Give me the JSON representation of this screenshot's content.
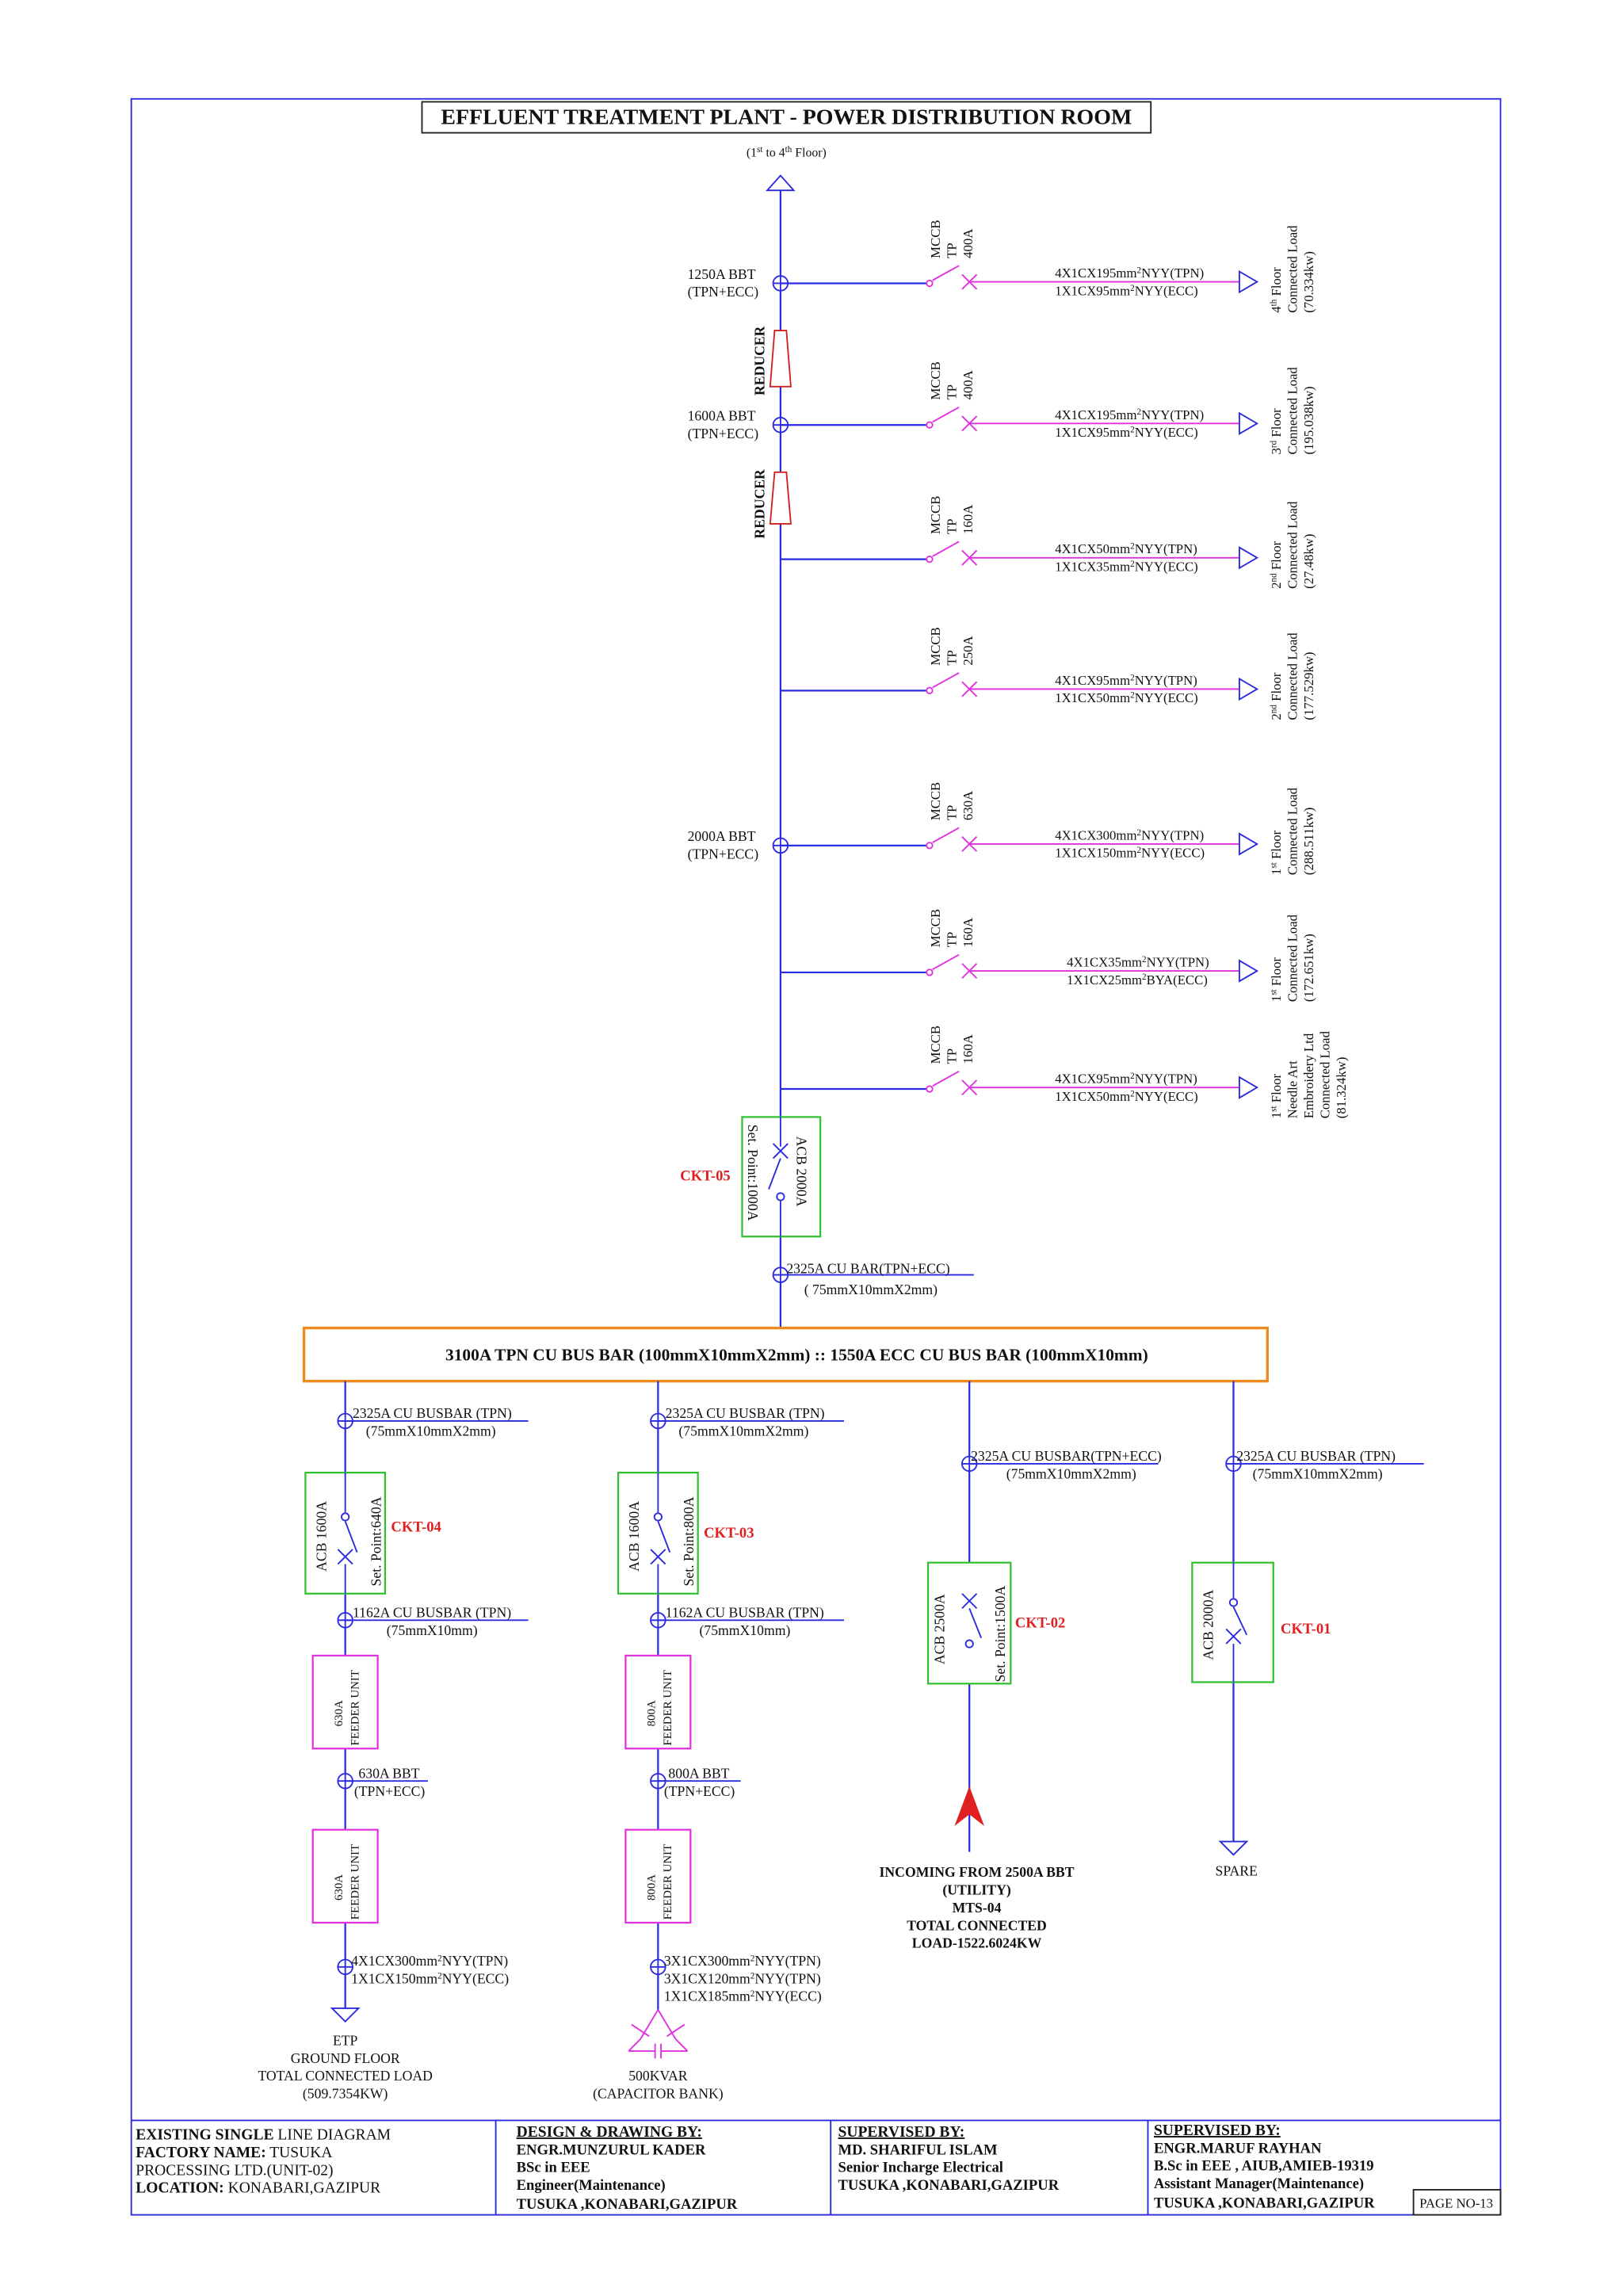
{
  "title": "EFFLUENT TREATMENT PLANT - POWER DISTRIBUTION ROOM",
  "riser": {
    "label_pre": "(1",
    "label_sup1": "st",
    "label_mid": " to 4",
    "label_sup2": "th",
    "label_post": " Floor)"
  },
  "bbt": [
    {
      "rating": "1250A BBT",
      "spec": "(TPN+ECC)"
    },
    {
      "rating": "1600A BBT",
      "spec": "(TPN+ECC)"
    },
    {
      "rating": "2000A BBT",
      "spec": "(TPN+ECC)"
    }
  ],
  "reducer_label": "REDUCER",
  "feeders": [
    {
      "breaker": [
        "MCCB",
        "TP",
        "400A"
      ],
      "cable1_a": "4X1CX195mm",
      "cable1_b": "NYY(TPN)",
      "cable2_a": "1X1CX95mm",
      "cable2_b": "NYY(ECC)",
      "load": [
        "4th Floor",
        "Connected Load",
        "(70.334kw)"
      ]
    },
    {
      "breaker": [
        "MCCB",
        "TP",
        "400A"
      ],
      "cable1_a": "4X1CX195mm",
      "cable1_b": "NYY(TPN)",
      "cable2_a": "1X1CX95mm",
      "cable2_b": "NYY(ECC)",
      "load": [
        "3rd Floor",
        "Connected Load",
        "(195.038kw)"
      ]
    },
    {
      "breaker": [
        "MCCB",
        "TP",
        "160A"
      ],
      "cable1_a": "4X1CX50mm",
      "cable1_b": "NYY(TPN)",
      "cable2_a": "1X1CX35mm",
      "cable2_b": "NYY(ECC)",
      "load": [
        "2nd Floor",
        "Connected Load",
        "(27.48kw)"
      ]
    },
    {
      "breaker": [
        "MCCB",
        "TP",
        "250A"
      ],
      "cable1_a": "4X1CX95mm",
      "cable1_b": "NYY(TPN)",
      "cable2_a": "1X1CX50mm",
      "cable2_b": "NYY(ECC)",
      "load": [
        "2nd Floor",
        "Connected Load",
        "(177.529kw)"
      ]
    },
    {
      "breaker": [
        "MCCB",
        "TP",
        "630A"
      ],
      "cable1_a": "4X1CX300mm",
      "cable1_b": "NYY(TPN)",
      "cable2_a": "1X1CX150mm",
      "cable2_b": "NYY(ECC)",
      "load": [
        "1st Floor",
        "Connected Load",
        "(288.511kw)"
      ]
    },
    {
      "breaker": [
        "MCCB",
        "TP",
        "160A"
      ],
      "cable1_a": "4X1CX35mm",
      "cable1_b": "NYY(TPN)",
      "cable2_a": "1X1CX25mm",
      "cable2_b": "BYA(ECC)",
      "load": [
        "1st Floor",
        "Connected Load",
        "(172.651kw)"
      ]
    },
    {
      "breaker": [
        "MCCB",
        "TP",
        "160A"
      ],
      "cable1_a": "4X1CX95mm",
      "cable1_b": "NYY(TPN)",
      "cable2_a": "1X1CX50mm",
      "cable2_b": "NYY(ECC)",
      "load": [
        "1st Floor",
        "Needle Art",
        "Embroidery Ltd",
        "Connected Load",
        "(81.324kw)"
      ]
    }
  ],
  "ckt05": {
    "id": "CKT-05",
    "acb": "ACB 2000A",
    "setpoint": "Set. Point:1000A"
  },
  "cubar_top": {
    "line1": "2325A CU BAR(TPN+ECC)",
    "line2": "( 75mmX10mmX2mm)"
  },
  "main_busbar": "3100A TPN CU BUS BAR (100mmX10mmX2mm) :: 1550A ECC CU BUS BAR (100mmX10mm)",
  "branches": {
    "ckt04": {
      "busbar1": "2325A CU BUSBAR (TPN)",
      "busbar1_size": "(75mmX10mmX2mm)",
      "acb": "ACB 1600A",
      "setpoint": "Set. Point:640A",
      "id": "CKT-04",
      "busbar2": "1162A CU BUSBAR (TPN)",
      "busbar2_size": "(75mmX10mm)",
      "feeder1": [
        "630A",
        "FEEDER UNIT"
      ],
      "bbt": "630A BBT",
      "bbt_spec": "(TPN+ECC)",
      "feeder2": [
        "630A",
        "FEEDER UNIT"
      ],
      "cables": [
        {
          "a": "4X1CX300mm",
          "b": "NYY(TPN)"
        },
        {
          "a": "1X1CX150mm",
          "b": "NYY(ECC)"
        }
      ],
      "load": [
        "ETP",
        "GROUND FLOOR",
        "TOTAL CONNECTED LOAD",
        "(509.7354KW)"
      ]
    },
    "ckt03": {
      "busbar1": "2325A CU BUSBAR (TPN)",
      "busbar1_size": "(75mmX10mmX2mm)",
      "acb": "ACB 1600A",
      "setpoint": "Set. Point:800A",
      "id": "CKT-03",
      "busbar2": "1162A CU BUSBAR (TPN)",
      "busbar2_size": "(75mmX10mm)",
      "feeder1": [
        "800A",
        "FEEDER UNIT"
      ],
      "bbt": "800A BBT",
      "bbt_spec": "(TPN+ECC)",
      "feeder2": [
        "800A",
        "FEEDER UNIT"
      ],
      "cables": [
        {
          "a": "3X1CX300mm",
          "b": "NYY(TPN)"
        },
        {
          "a": "3X1CX120mm",
          "b": "NYY(TPN)"
        },
        {
          "a": "1X1CX185mm",
          "b": "NYY(ECC)"
        }
      ],
      "load": [
        "500KVAR",
        "(CAPACITOR BANK)"
      ]
    },
    "ckt02": {
      "busbar1": "2325A CU BUSBAR(TPN+ECC)",
      "busbar1_size": "(75mmX10mmX2mm)",
      "acb": "ACB 2500A",
      "setpoint": "Set. Point:1500A",
      "id": "CKT-02",
      "incoming": [
        "INCOMING FROM 2500A BBT",
        "(UTILITY)",
        "MTS-04",
        "TOTAL CONNECTED",
        "LOAD-1522.6024KW"
      ]
    },
    "ckt01": {
      "busbar1": "2325A CU BUSBAR (TPN)",
      "busbar1_size": "(75mmX10mmX2mm)",
      "acb": "ACB 2000A",
      "id": "CKT-01",
      "spare": "SPARE"
    }
  },
  "title_block": {
    "col1": {
      "l1_bold": "EXISTING SINGLE",
      "l1_rest": " LINE DIAGRAM",
      "l2_bold": "FACTORY NAME:",
      "l2_rest": " TUSUKA",
      "l3": "PROCESSING LTD.(UNIT-02)",
      "l4_bold": "LOCATION:",
      "l4_rest": "  KONABARI,GAZIPUR"
    },
    "col2": {
      "heading": "DESIGN & DRAWING BY:",
      "lines": [
        "ENGR.MUNZURUL KADER",
        "BSc in EEE",
        "Engineer(Maintenance)",
        "TUSUKA ,KONABARI,GAZIPUR"
      ]
    },
    "col3": {
      "heading": "SUPERVISED BY:",
      "lines": [
        "MD. SHARIFUL ISLAM",
        "Senior Incharge Electrical",
        "TUSUKA ,KONABARI,GAZIPUR"
      ]
    },
    "col4": {
      "heading": "SUPERVISED BY:",
      "lines": [
        "ENGR.MARUF RAYHAN",
        "B.Sc in EEE , AIUB,AMIEB-19319",
        "Assistant Manager(Maintenance)",
        "TUSUKA ,KONABARI,GAZIPUR"
      ]
    },
    "page": "PAGE NO-13"
  }
}
